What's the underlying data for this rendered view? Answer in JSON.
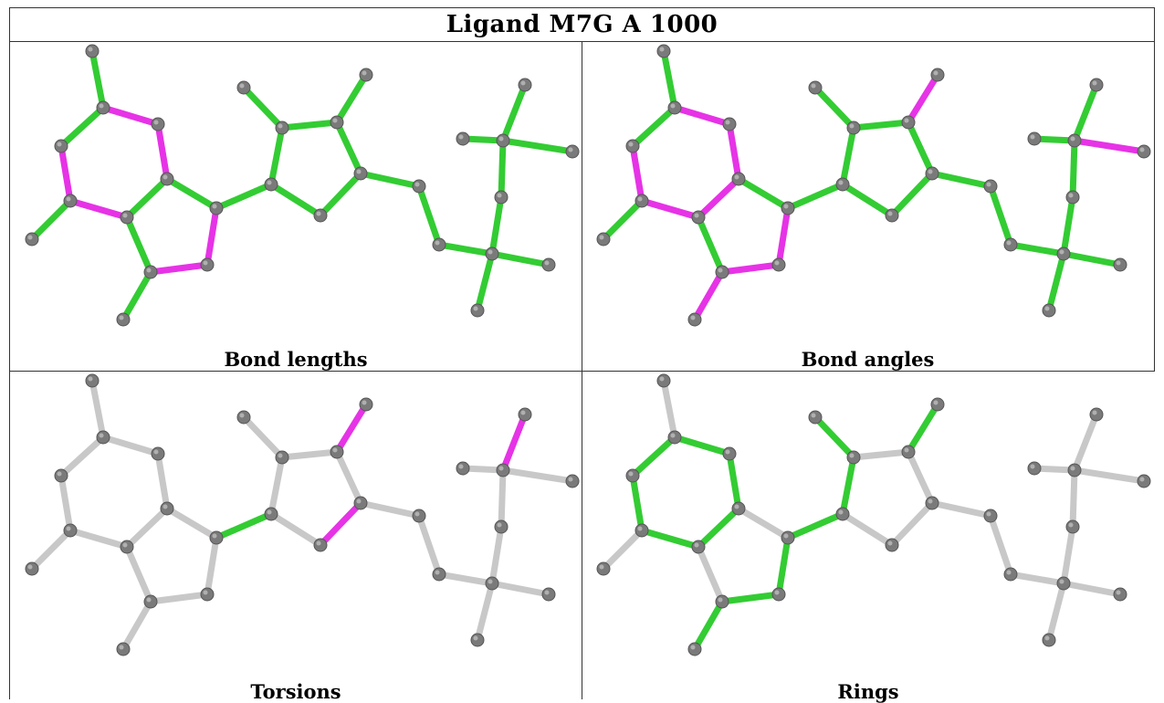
{
  "title": "Ligand M7G A 1000",
  "colors": {
    "green": "#33cc33",
    "magenta": "#e633e6",
    "grey": "#c8c8c8",
    "atom": "#7a7a7a",
    "atom_highlight": "#b0b0b0"
  },
  "panels": [
    {
      "caption": "Bond lengths",
      "magenta": [
        "2-3",
        "5-6",
        "3-4",
        "8-9",
        "9-10",
        "6-7",
        "10-12",
        "13-17"
      ],
      "grey": [
        "11-12",
        "21-22"
      ]
    },
    {
      "caption": "Bond angles",
      "magenta": [
        "2-3",
        "3-4",
        "4-5",
        "5-6",
        "6-7",
        "7-8",
        "8-9",
        "9-10",
        "10-11",
        "11-12",
        "12-13",
        "10-13",
        "14-16",
        "16-17",
        "20-23",
        "23-25",
        "17-21",
        "21-22"
      ],
      "grey": [
        "6-1"
      ]
    },
    {
      "caption": "Torsions",
      "green": [
        "8-13",
        "22-26",
        "23-20"
      ],
      "magenta": [
        "16-17",
        "18-19",
        "23-24",
        "24-22",
        "22-21"
      ]
    },
    {
      "caption": "Rings",
      "green": [
        "2-3",
        "3-4",
        "4-5",
        "5-6",
        "6-7",
        "7-2",
        "7-8",
        "8-9",
        "9-10",
        "10-11",
        "11-12",
        "12-13",
        "13-8",
        "13-15",
        "15-14",
        "14-16",
        "16-17",
        "17-13"
      ]
    }
  ]
}
